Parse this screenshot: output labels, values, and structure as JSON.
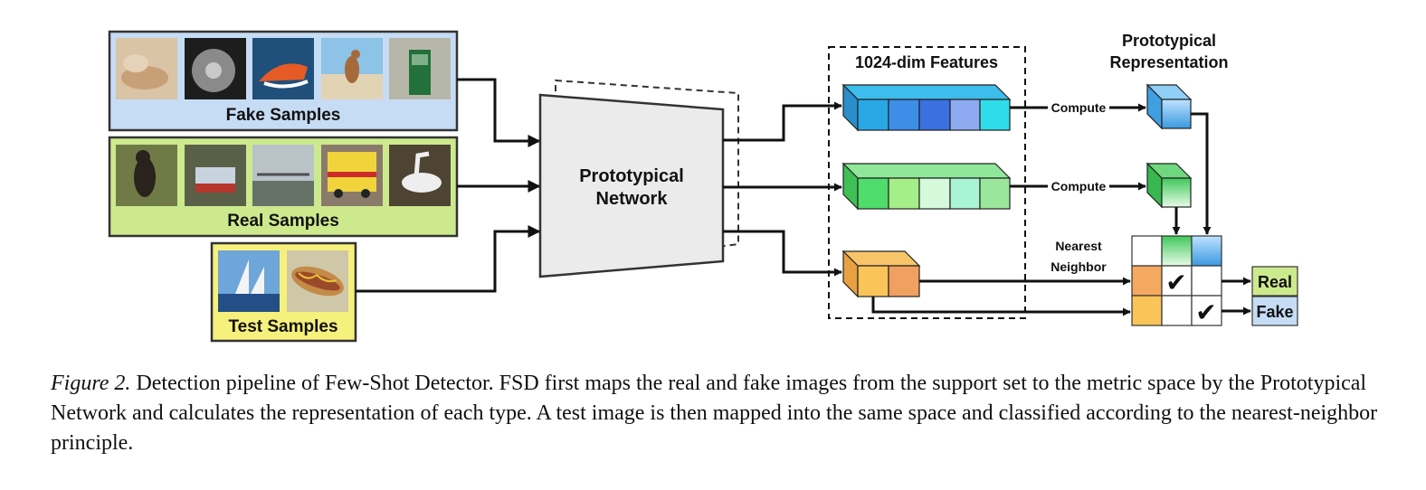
{
  "groups": {
    "fake": {
      "label": "Fake Samples",
      "thumbs": [
        "dog",
        "hard-drive",
        "speedboat",
        "kangaroo",
        "phone-booth"
      ]
    },
    "real": {
      "label": "Real Samples",
      "thumbs": [
        "dog",
        "train",
        "bridge",
        "ambulance",
        "pelican"
      ]
    },
    "test": {
      "label": "Test Samples",
      "thumbs": [
        "sailboat",
        "hotdog"
      ]
    }
  },
  "network": {
    "line1": "Prototypical",
    "line2": "Network"
  },
  "features": {
    "title": "1024-dim Features"
  },
  "prototype": {
    "line1": "Prototypical",
    "line2": "Representation"
  },
  "arrows": {
    "compute1": "Compute",
    "compute2": "Compute",
    "nn_line1": "Nearest",
    "nn_line2": "Neighbor"
  },
  "grid": {
    "checks": [
      "✔",
      "✔"
    ]
  },
  "outputs": {
    "real": "Real",
    "fake": "Fake"
  },
  "caption": {
    "figure": "Figure 2.",
    "text": "Detection pipeline of Few-Shot Detector. FSD first maps the real and fake images from the support set to the metric space by the Prototypical Network and calculates the representation of each type. A test image is then mapped into the same space and classified according to the nearest-neighbor principle."
  },
  "colors": {
    "fake_bg": "#c6dcf5",
    "real_bg": "#cde98e",
    "test_bg": "#f6f07c",
    "network_fill": "#ebebeb",
    "blue_cube": "#2aa8e6",
    "green_cube": "#7be08c",
    "orange_cube": "#f5a860"
  }
}
